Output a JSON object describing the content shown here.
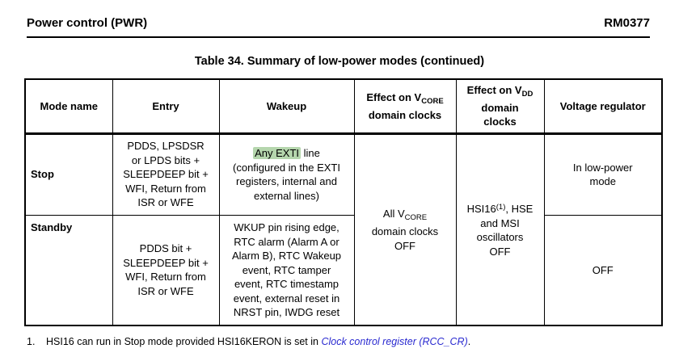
{
  "page": {
    "header": {
      "left": "Power control (PWR)",
      "right": "RM0377"
    },
    "table_title": "Table 34. Summary of low-power modes (continued)"
  },
  "table": {
    "headers": {
      "mode": "Mode name",
      "entry": "Entry",
      "wakeup": "Wakeup",
      "vcore_pre": "Effect on V",
      "vcore_sub": "CORE",
      "vcore_post": " domain clocks",
      "vdd_pre": "Effect on V",
      "vdd_sub": "DD",
      "vdd_post": "\ndomain\nclocks",
      "regulator": "Voltage regulator"
    },
    "rows": {
      "stop": {
        "mode": "Stop",
        "entry": "PDDS, LPSDSR\nor LPDS bits +\nSLEEPDEEP bit +\nWFI, Return from\nISR or WFE",
        "wakeup_highlight": "Any EXTI",
        "wakeup_rest": " line\n(configured in the EXTI\nregisters, internal and\nexternal lines)",
        "regulator": "In low-power\nmode"
      },
      "standby": {
        "mode": "Standby",
        "entry": "PDDS bit +\nSLEEPDEEP bit +\nWFI, Return from\nISR or WFE",
        "wakeup": "WKUP pin rising edge,\nRTC alarm (Alarm A or\nAlarm B), RTC Wakeup\nevent, RTC tamper\nevent, RTC timestamp\nevent, external reset in\nNRST pin, IWDG reset",
        "regulator": "OFF"
      },
      "merged": {
        "vcore_pre": "All V",
        "vcore_sub": "CORE",
        "vcore_post": "\ndomain clocks\nOFF",
        "vdd_pre": "HSI16",
        "vdd_sup": "(1)",
        "vdd_post": ", HSE\nand MSI\noscillators\nOFF"
      }
    }
  },
  "footnote": {
    "number": "1.",
    "text_before_link": "HSI16 can run in Stop mode provided HSI16KERON is set in ",
    "link": "Clock control register (RCC_CR)",
    "text_after_link": "."
  },
  "colors": {
    "highlight_green": "#b5d6ad",
    "link_blue": "#2a2ad0",
    "text": "#000000"
  }
}
